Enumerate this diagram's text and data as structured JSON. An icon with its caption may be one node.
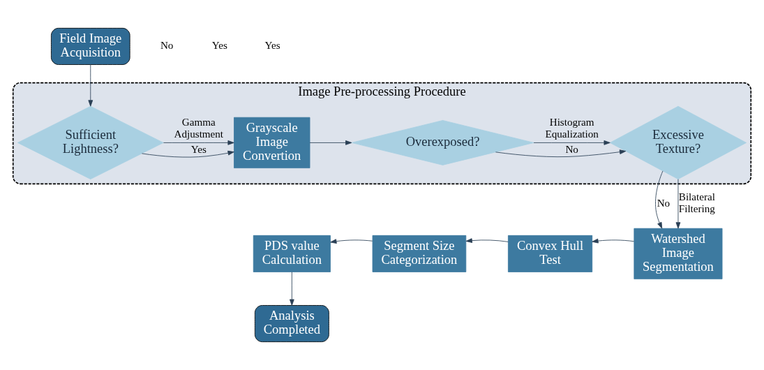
{
  "diagram": {
    "nodes": [
      {
        "text": [
          "Field Image Acquisition"
        ]
      },
      {
        "text": [
          "Image Pre-processing Procedure"
        ]
      },
      {
        "text": [
          "Sufficient Lightness?"
        ],
        "in": 1
      },
      {
        "text": [
          "Grayscale Image Convertion"
        ],
        "in": 1
      },
      {
        "text": [
          "Overexposed?"
        ],
        "in": 1
      },
      {
        "text": [
          "Excessive Texture?"
        ],
        "in": 1
      },
      {
        "text": [
          "Watershed Image Segmentation"
        ]
      },
      {
        "text": [
          "Convex Hull Test"
        ]
      },
      {
        "text": [
          "Segment Size Categorization"
        ]
      },
      {
        "text": [
          "PDS value Calculation"
        ]
      },
      {
        "text": [
          "Analysis Completed"
        ]
      }
    ],
    "edges": [
      {
        "from": 0,
        "to": 2,
        "arrow": "to"
      },
      {
        "from": 2,
        "to": 3,
        "arrow": "to",
        "label": "Yes"
      },
      {
        "from": 2,
        "to": 3,
        "arrow": "to",
        "label": "Gamma Adjustment"
      },
      {
        "from": 3,
        "to": 4,
        "arrow": "to"
      },
      {
        "from": 4,
        "to": 5,
        "arrow": "to",
        "label": "No"
      },
      {
        "from": 4,
        "to": 5,
        "arrow": "to",
        "label": "Histogram Equalization"
      },
      {
        "from": 5,
        "to": 6,
        "arrow": "to",
        "label": "No"
      },
      {
        "from": 5,
        "to": 6,
        "arrow": "to",
        "label": "Bilateral Filtering"
      },
      {
        "from": 6,
        "to": 7,
        "arrow": "to"
      },
      {
        "from": 7,
        "to": 8,
        "arrow": "to"
      },
      {
        "from": 8,
        "to": 9,
        "arrow": "to"
      },
      {
        "from": 9,
        "to": 10,
        "arrow": "to"
      }
    ],
    "labels": [
      "No",
      "Yes",
      "Yes"
    ]
  }
}
